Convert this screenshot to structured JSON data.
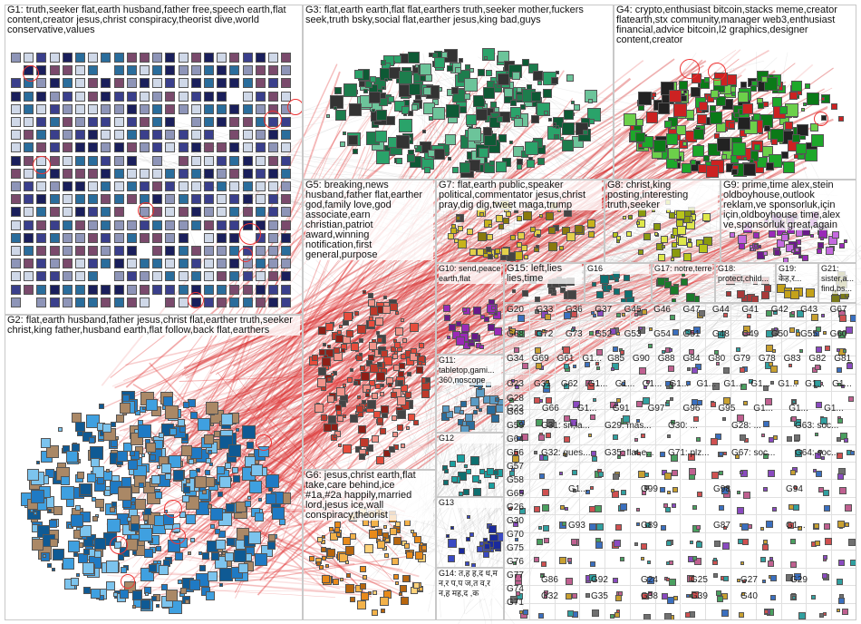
{
  "graph": {
    "groups": [
      {
        "id": "G1",
        "label": "G1: truth,seeker flat,earth husband,father free,speech earth,flat content,creator jesus,christ conspiracy,theorist dive,world conservative,values",
        "palette": [
          "#1a1f5c",
          "#3a3f8c",
          "#7a4a6c",
          "#2a6d9c",
          "#cfd8e8",
          "#8e95b8"
        ]
      },
      {
        "id": "G2",
        "label": "G2: flat,earth husband,father jesus,christ flat,earther truth,seeker christ,king father,husband earth,flat follow,back flat,earthers",
        "palette": [
          "#1f7ac4",
          "#3fa0e0",
          "#0f5a94",
          "#7cc4ee",
          "#aa8866"
        ]
      },
      {
        "id": "G3",
        "label": "G3: flat,earth earth,flat flat,earthers truth,seeker mother,fuckers seek,truth bsky,social flat,earther jesus,king bad,guys",
        "palette": [
          "#1d7d4d",
          "#2aa36a",
          "#0e5a35",
          "#6cc49a",
          "#333333"
        ]
      },
      {
        "id": "G4",
        "label": "G4: crypto,enthusiast bitcoin,stacks meme,creator flatearth,stx community,manager web3,enthusiast financial,advice bitcoin,l2 graphics,designer content,creator",
        "palette": [
          "#1da82a",
          "#0b7a18",
          "#6cd04a",
          "#cc2222",
          "#222222"
        ]
      },
      {
        "id": "G5",
        "label": "G5: breaking,news husband,father flat,earther god,family love,god associate,earn christian,patriot award,winning notification,first general,purpose",
        "palette": [
          "#c0392b",
          "#e74c3c",
          "#8e1f17",
          "#f1948a",
          "#444444"
        ]
      },
      {
        "id": "G6",
        "label": "G6: jesus,christ earth,flat take,care behind,ice #1a,#2a happily,married lord,jesus ice,wall conspiracy,theorist",
        "palette": [
          "#e88a1a",
          "#f3b24a",
          "#b8660e",
          "#ffd27a"
        ]
      },
      {
        "id": "G7",
        "label": "G7: flat,earth public,speaker political,commentator jesus,christ pray,dig dig,tweet maga,trump",
        "palette": [
          "#c7b21a",
          "#e3d04a",
          "#8a7a0e",
          "#444444"
        ]
      },
      {
        "id": "G8",
        "label": "G8: christ,king posting,interesting truth,seeker",
        "palette": [
          "#b8c41a",
          "#8a9a0e",
          "#dfe84a"
        ]
      },
      {
        "id": "G9",
        "label": "G9: prime,time alex,stein oldboyhouse,outlook reklam,ve sponsorluk,için için,oldboyhouse time,alex ve,sponsorluk great,again",
        "palette": [
          "#9a2ab8",
          "#6a1a8a",
          "#c56ae0"
        ]
      },
      {
        "id": "G10",
        "label": "G10: send,peace earth,flat",
        "palette": [
          "#6a1a8a",
          "#9a2ab8"
        ]
      },
      {
        "id": "G11",
        "label": "G11: tabletop,gami... 360,noscope",
        "palette": [
          "#2a6d9c",
          "#5a9ac4"
        ]
      },
      {
        "id": "G12",
        "label": "G12",
        "palette": [
          "#1aa0a0",
          "#0e7070"
        ]
      },
      {
        "id": "G13",
        "label": "G13",
        "palette": [
          "#1a2a9c",
          "#3a4ac4"
        ]
      },
      {
        "id": "G14",
        "label": "G14: त,ह ह,द ध,म न,र प,प ज,त व,र न,ह मह,द ,क",
        "palette": [
          "#c41a6a"
        ]
      },
      {
        "id": "G15",
        "label": "G15: left,lies lies,time",
        "palette": [
          "#444444"
        ]
      },
      {
        "id": "G16",
        "label": "G16",
        "palette": [
          "#0e7070"
        ]
      },
      {
        "id": "G17",
        "label": "G17: notre,terre",
        "palette": [
          "#1a7a2a"
        ]
      },
      {
        "id": "G18",
        "label": "G18: protect,child...",
        "palette": [
          "#aa3a3a"
        ]
      },
      {
        "id": "G19",
        "label": "G19: केह,र...",
        "palette": [
          "#c4a21a"
        ]
      },
      {
        "id": "G21",
        "label": "G21: sister,a... find,bs...",
        "palette": [
          "#7a7a1a"
        ]
      }
    ],
    "grid_labels": {
      "row_a": [
        "G20",
        "G33",
        "G36",
        "G37",
        "G45",
        "G46",
        "G47",
        "G44",
        "G41",
        "G42",
        "G43",
        "G67"
      ],
      "row_b": [
        "G68",
        "G72",
        "G73",
        "G52",
        "G53",
        "G54",
        "G51",
        "G48",
        "G49",
        "G50",
        "G55",
        "G60"
      ],
      "row_c": [
        "G34",
        "G69",
        "G61",
        "G1...",
        "G85",
        "G90",
        "G88",
        "G84",
        "G80",
        "G79",
        "G78",
        "G83",
        "G82",
        "G81"
      ],
      "row_d": [
        "G23",
        "G31",
        "G62",
        "G1...",
        "G1...",
        "G1...",
        "G1...",
        "G1...",
        "G1...",
        "G1...",
        "G1...",
        "G1...",
        "G1..."
      ],
      "row_e": [
        "G22",
        "G66",
        "G1...",
        "G91",
        "G97",
        "G96",
        "G95",
        "G1...",
        "G1...",
        "G1..."
      ],
      "left_col": [
        "G28",
        "G63",
        "G59",
        "G64",
        "G56",
        "G57",
        "G58",
        "G65",
        "G26",
        "G30",
        "G70",
        "G75",
        "G76",
        "G77",
        "G74",
        "G71"
      ],
      "bottom_row": [
        "G86",
        "G92",
        "G24",
        "G25",
        "G27",
        "G29",
        "G32",
        "G35",
        "G38",
        "G39",
        "G40"
      ],
      "misc": [
        "G1...",
        "G99",
        "G98",
        "G94",
        "G93",
        "G89",
        "G87",
        "G1..."
      ],
      "small_labels": [
        "G31: sri,la...",
        "G29: mas...",
        "G30: ...",
        "G28: ...",
        "G63: soc...",
        "G32: gues...",
        "G35: flat,e...",
        "G71: plz...",
        "G67: soc...",
        "G64: soc..."
      ]
    }
  }
}
